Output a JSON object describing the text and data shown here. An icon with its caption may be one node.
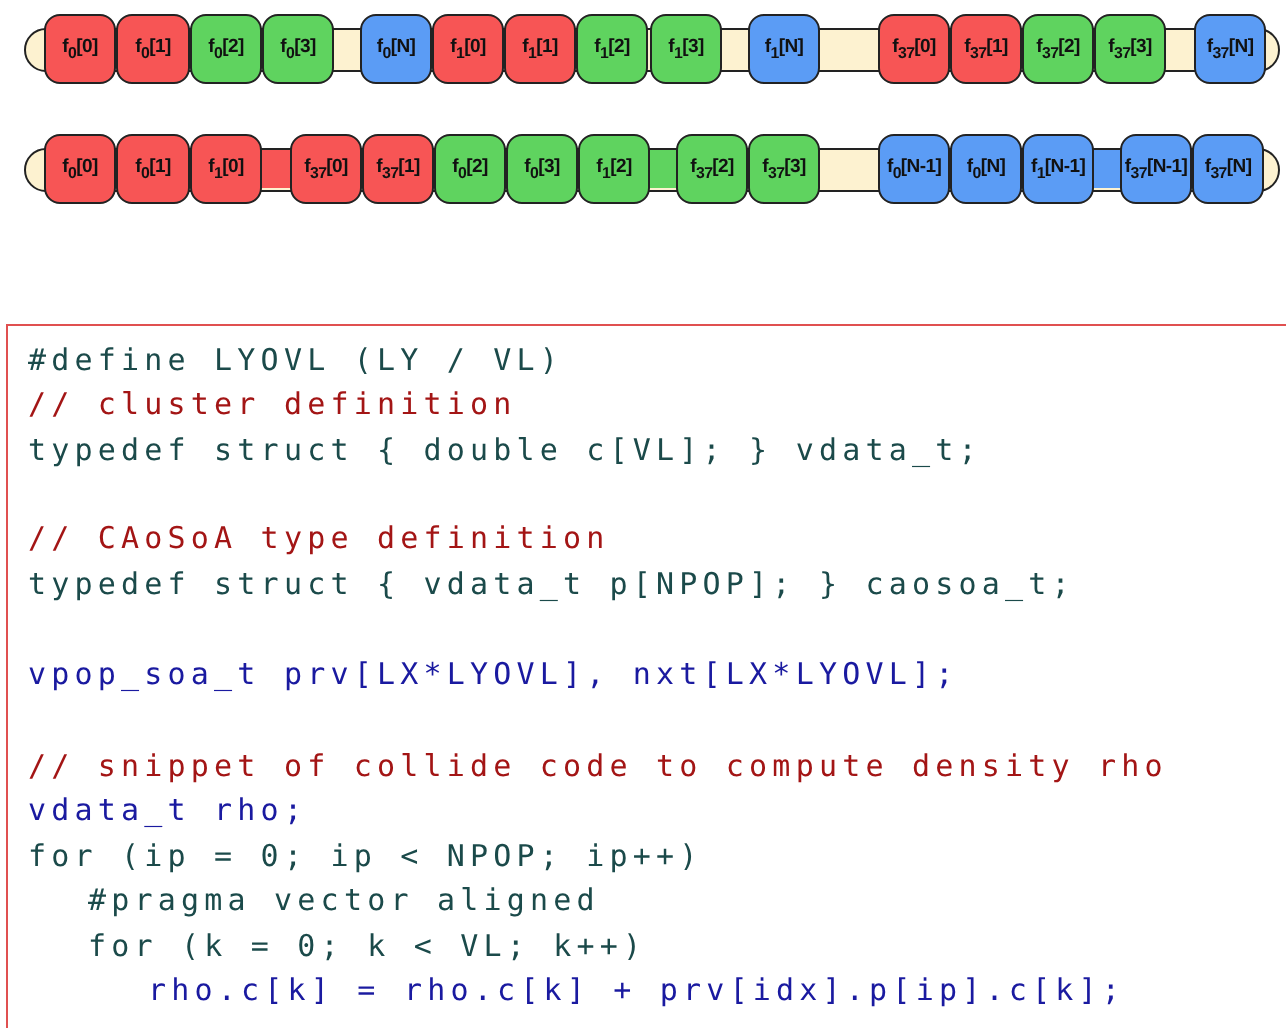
{
  "diagram": {
    "nodes": [
      {
        "text": [],
        "shape": "bar"
      },
      {
        "text": [
          "f$_{0}$[0]"
        ],
        "in": 0
      },
      {
        "text": [
          "f$_{0}$[1]"
        ],
        "in": 0
      },
      {
        "text": [
          "f$_{0}$[2]"
        ],
        "in": 0
      },
      {
        "text": [
          "f$_{0}$[3]"
        ],
        "in": 0
      },
      {
        "text": [
          "f$_{0}$[N]"
        ],
        "in": 0
      },
      {
        "text": [
          "f$_{1}$[0]"
        ],
        "in": 0
      },
      {
        "text": [
          "f$_{1}$[1]"
        ],
        "in": 0
      },
      {
        "text": [
          "f$_{1}$[2]"
        ],
        "in": 0
      },
      {
        "text": [
          "f$_{1}$[3]"
        ],
        "in": 0
      },
      {
        "text": [
          "f$_{1}$[N]"
        ],
        "in": 0
      },
      {
        "text": [
          "f$_{37}$[0]"
        ],
        "in": 0
      },
      {
        "text": [
          "f$_{37}$[1]"
        ],
        "in": 0
      },
      {
        "text": [
          "f$_{37}$[2]"
        ],
        "in": 0
      },
      {
        "text": [
          "f$_{37}$[3]"
        ],
        "in": 0
      },
      {
        "text": [
          "f$_{37}$[N]"
        ],
        "in": 0
      },
      {
        "text": [],
        "shape": "bar"
      },
      {
        "text": [
          "f$_{0}$[0]"
        ],
        "in": 16
      },
      {
        "text": [
          "f$_{0}$[1]"
        ],
        "in": 16
      },
      {
        "text": [
          "f$_{1}$[0]"
        ],
        "in": 16
      },
      {
        "text": [
          "f$_{37}$[0]"
        ],
        "in": 16
      },
      {
        "text": [
          "f$_{37}$[1]"
        ],
        "in": 16
      },
      {
        "text": [
          "f$_{0}$[2]"
        ],
        "in": 16
      },
      {
        "text": [
          "f$_{0}$[3]"
        ],
        "in": 16
      },
      {
        "text": [
          "f$_{1}$[2]"
        ],
        "in": 16
      },
      {
        "text": [
          "f$_{37}$[2]"
        ],
        "in": 16
      },
      {
        "text": [
          "f$_{37}$[3]"
        ],
        "in": 16
      },
      {
        "text": [
          "f$_{0}$[N-1]"
        ],
        "in": 16
      },
      {
        "text": [
          "f$_{0}$[N]"
        ],
        "in": 16
      },
      {
        "text": [
          "f$_{1}$[N-1]"
        ],
        "in": 16
      },
      {
        "text": [
          "f$_{37}$[N-1]"
        ],
        "in": 16
      },
      {
        "text": [
          "f$_{37}$[N]"
        ],
        "in": 16
      },
      {
        "text": [
          "#define LYOVL (LY / VL)",
          "// cluster definition",
          "typedef struct { double c[VL]; } vdata_t;",
          "// CAoSoA type definition",
          "typedef struct { vdata_t p[NPOP]; } caosoa_t;",
          "vpop_soa_t prv[LX*LYOVL], nxt[LX*LYOVL];",
          "// snippet of collide code to compute density rho",
          "vdata_t rho;",
          "for (ip = 0; ip < NPOP; ip++)",
          "#pragma vector aligned",
          "for (k = 0; k < VL; k++)",
          "rho.c[k] = rho.c[k] + prv[idx].p[ip].c[k];"
        ]
      }
    ]
  }
}
